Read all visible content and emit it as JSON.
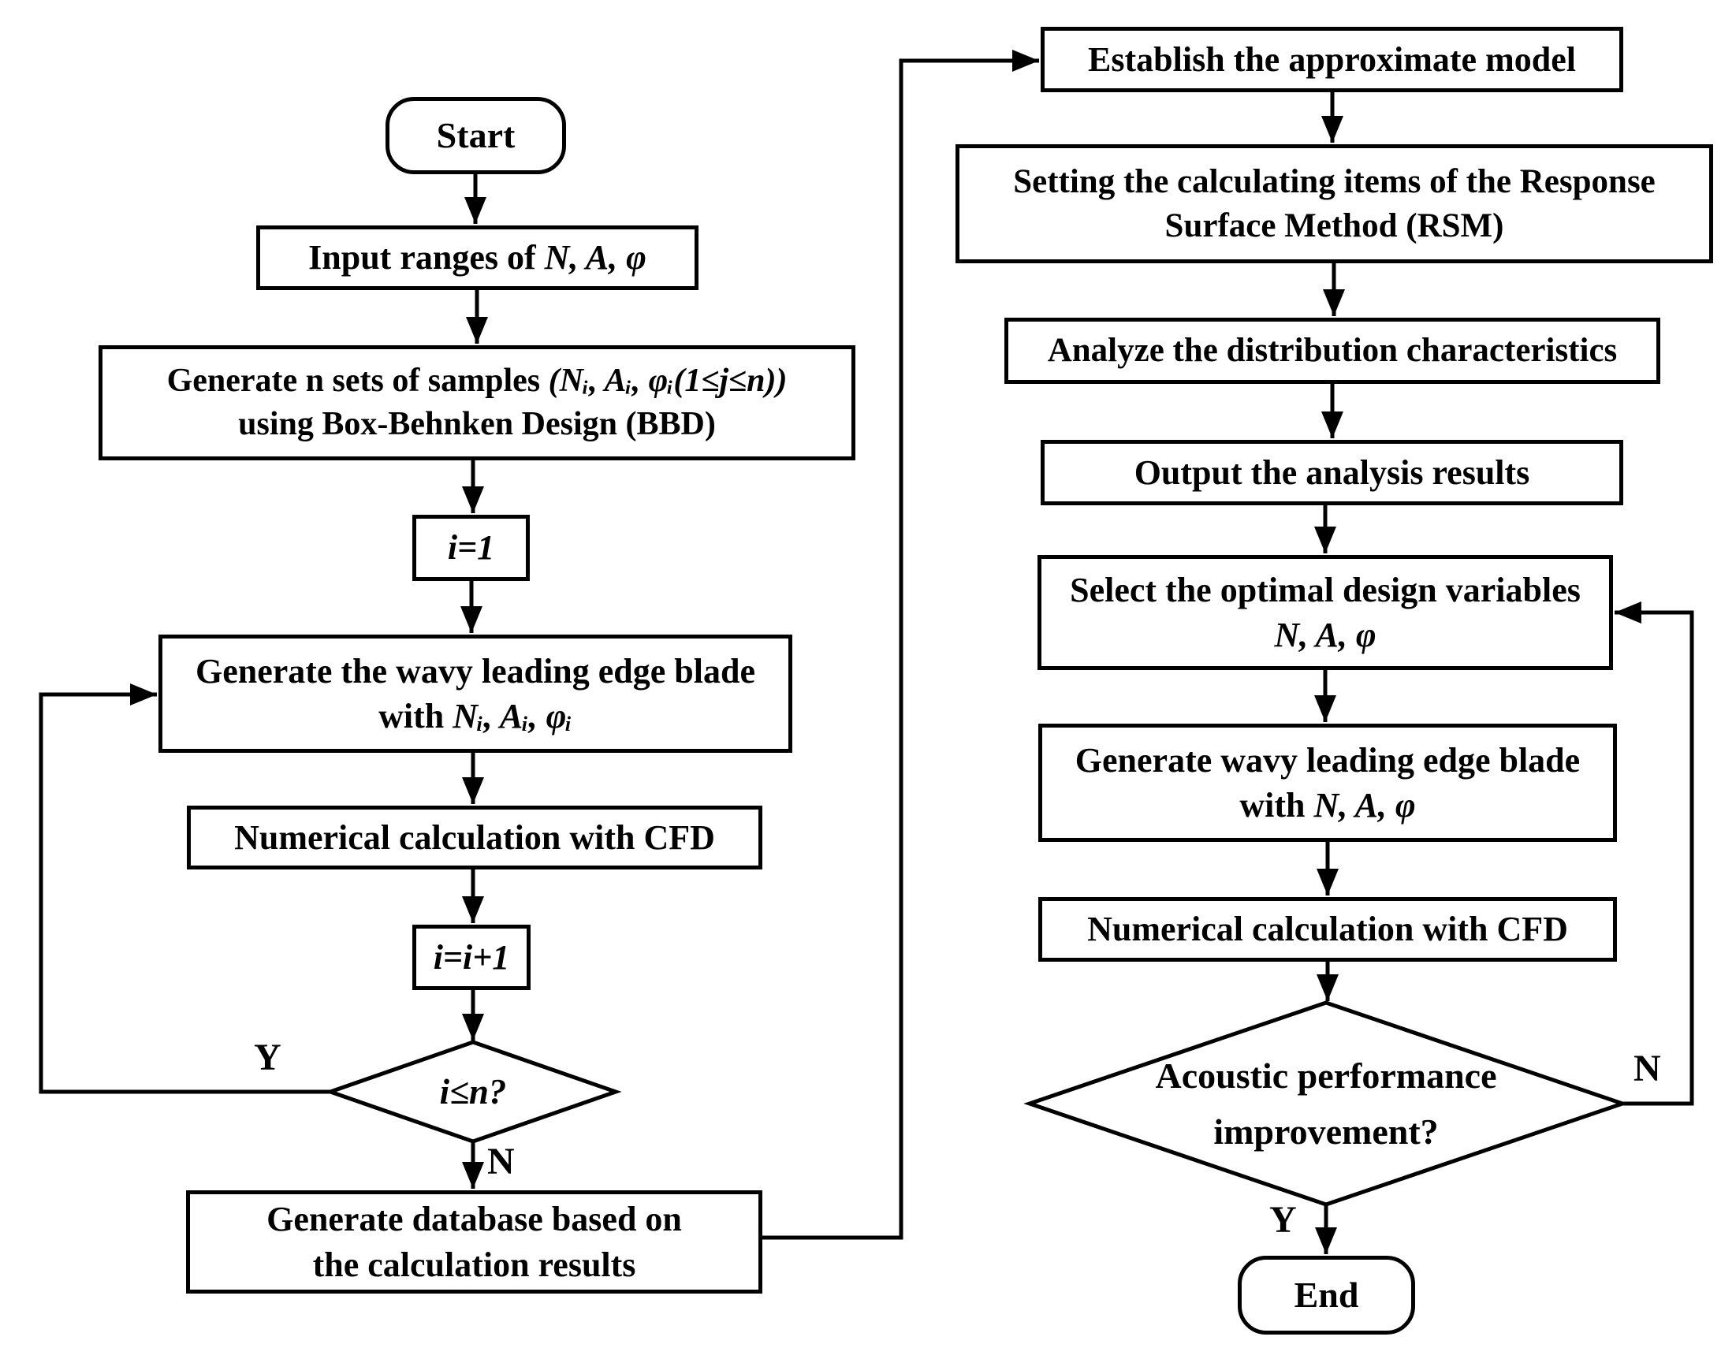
{
  "figure": {
    "type": "flowchart",
    "background": "#ffffff",
    "line_color": "#000000",
    "text_color": "#000000"
  },
  "left": {
    "start": "Start",
    "input": {
      "prefix": "Input ranges of ",
      "math": "N, A, φ"
    },
    "samples": {
      "line1_prefix": "Generate n sets of samples ",
      "line1_math": "(Nᵢ, Aᵢ, φᵢ(1≤j≤n))",
      "line2": "using Box-Behnken Design (BBD)"
    },
    "init": "i=1",
    "wavy": {
      "line1": "Generate the wavy leading edge blade",
      "line2_prefix": "with ",
      "line2_math": "Nᵢ, Aᵢ, φᵢ"
    },
    "cfd": "Numerical calculation with CFD",
    "increment": "i=i+1",
    "decision": "i≤n?",
    "branch_yes": "Y",
    "branch_no": "N",
    "database": {
      "line1": "Generate database based on",
      "line2": "the calculation results"
    }
  },
  "right": {
    "establish": "Establish the approximate model",
    "setting": {
      "line1": "Setting the calculating items of the Response",
      "line2": "Surface Method (RSM)"
    },
    "analyze": "Analyze the distribution characteristics",
    "output": "Output the analysis results",
    "select": {
      "line1": "Select the optimal design variables",
      "line2_math": "N, A, φ"
    },
    "wavy": {
      "line1": "Generate wavy leading edge blade",
      "line2_prefix": "with ",
      "line2_math": "N, A, φ"
    },
    "cfd": "Numerical calculation with CFD",
    "decision": {
      "line1": "Acoustic performance",
      "line2": "improvement?"
    },
    "branch_no": "N",
    "branch_yes": "Y",
    "end": "End"
  }
}
